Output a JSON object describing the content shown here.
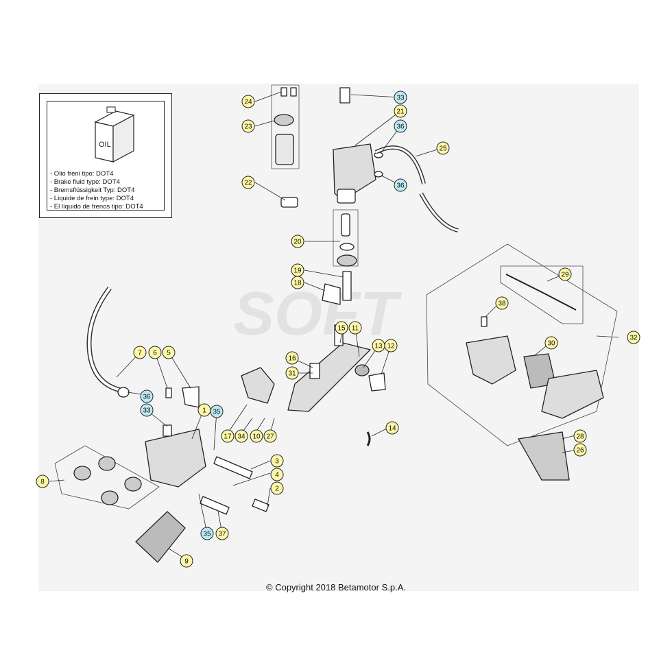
{
  "legend": {
    "oil_label": "OIL",
    "lines": [
      "- Olio freni tipo: DOT4",
      "- Brake fluid type: DOT4",
      "- Bremsflüssigkeit Typ: DOT4",
      "- Liquide de frein type: DOT4",
      "- El líquido de frenos tipo: DOT4"
    ]
  },
  "watermark": "SOFT",
  "copyright": "© Copyright 2018 Betamotor S.p.A.",
  "colors": {
    "callout_yellow": "#fff7a8",
    "callout_blue": "#bfeaf5",
    "line": "#222222"
  },
  "callouts": [
    {
      "num": "1",
      "style": "yellow"
    },
    {
      "num": "2",
      "style": "yellow"
    },
    {
      "num": "3",
      "style": "yellow"
    },
    {
      "num": "4",
      "style": "yellow"
    },
    {
      "num": "5",
      "style": "yellow"
    },
    {
      "num": "6",
      "style": "yellow"
    },
    {
      "num": "7",
      "style": "yellow"
    },
    {
      "num": "8",
      "style": "yellow"
    },
    {
      "num": "9",
      "style": "yellow"
    },
    {
      "num": "10",
      "style": "yellow"
    },
    {
      "num": "11",
      "style": "yellow"
    },
    {
      "num": "12",
      "style": "yellow"
    },
    {
      "num": "13",
      "style": "yellow"
    },
    {
      "num": "14",
      "style": "yellow"
    },
    {
      "num": "15",
      "style": "yellow"
    },
    {
      "num": "16",
      "style": "yellow"
    },
    {
      "num": "17",
      "style": "yellow"
    },
    {
      "num": "18",
      "style": "yellow"
    },
    {
      "num": "19",
      "style": "yellow"
    },
    {
      "num": "20",
      "style": "yellow"
    },
    {
      "num": "21",
      "style": "yellow"
    },
    {
      "num": "22",
      "style": "yellow"
    },
    {
      "num": "23",
      "style": "yellow"
    },
    {
      "num": "24",
      "style": "yellow"
    },
    {
      "num": "25",
      "style": "yellow"
    },
    {
      "num": "26",
      "style": "yellow"
    },
    {
      "num": "27",
      "style": "yellow"
    },
    {
      "num": "28",
      "style": "yellow"
    },
    {
      "num": "29",
      "style": "yellow"
    },
    {
      "num": "30",
      "style": "yellow"
    },
    {
      "num": "31",
      "style": "yellow"
    },
    {
      "num": "32",
      "style": "yellow"
    },
    {
      "num": "33",
      "style": "blue"
    },
    {
      "num": "33",
      "style": "blue"
    },
    {
      "num": "34",
      "style": "yellow"
    },
    {
      "num": "35",
      "style": "blue"
    },
    {
      "num": "35",
      "style": "blue"
    },
    {
      "num": "36",
      "style": "blue"
    },
    {
      "num": "36",
      "style": "blue"
    },
    {
      "num": "36",
      "style": "blue"
    },
    {
      "num": "37",
      "style": "yellow"
    },
    {
      "num": "38",
      "style": "yellow"
    }
  ]
}
